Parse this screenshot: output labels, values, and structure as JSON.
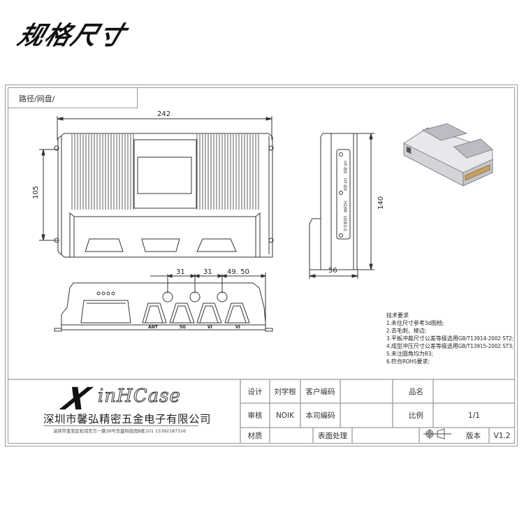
{
  "heading": "规格尺寸",
  "path_label": "路径/网盘/",
  "dimensions": {
    "front_width": "242",
    "front_height": "105",
    "side_height": "140",
    "side_depth": "56",
    "spacing_1": "31",
    "spacing_2": "31",
    "spacing_3": "49. 50"
  },
  "port_labels": [
    "ANT",
    "5G",
    "VI",
    "VI"
  ],
  "technical_requirements": {
    "title": "技术要求",
    "items": [
      "1.未住尺寸参考3d图档;",
      "2.去毛刺、棱边;",
      "3.平板冲裁尺寸公差等级选用GB/T13914-2002 ST2;",
      "4.成型冲压尺寸公差等级选用GB/T13915-2002 ST3;",
      "5.未注圆角均为R3;",
      "6.符合ROHS要求;"
    ]
  },
  "company": {
    "logo_mark": "X",
    "logo_text": "inHCase",
    "name": "深圳市馨弘精密五金电子有限公司",
    "address": "深圳市宝安区松岗东方一路39号东盛科技园B栋101 13392187316"
  },
  "title_block": {
    "design_label": "设计",
    "designer": "刘学根",
    "customer_code_label": "客户编码",
    "customer_code": "",
    "product_name_label": "品名",
    "product_name": "",
    "review_label": "审核",
    "reviewer": "NOIK",
    "company_code_label": "本司编码",
    "company_code": "",
    "scale_label": "比例",
    "scale": "1/1",
    "material_label": "材质",
    "material": "",
    "surface_label": "表面处理",
    "surface": "",
    "projection_icon": "third-angle-projection-icon",
    "version_label": "版本",
    "version": "V1.2"
  },
  "colors": {
    "line": "#9a9a9a",
    "drawing": "#333333",
    "connector_gold": "#c8a060"
  }
}
